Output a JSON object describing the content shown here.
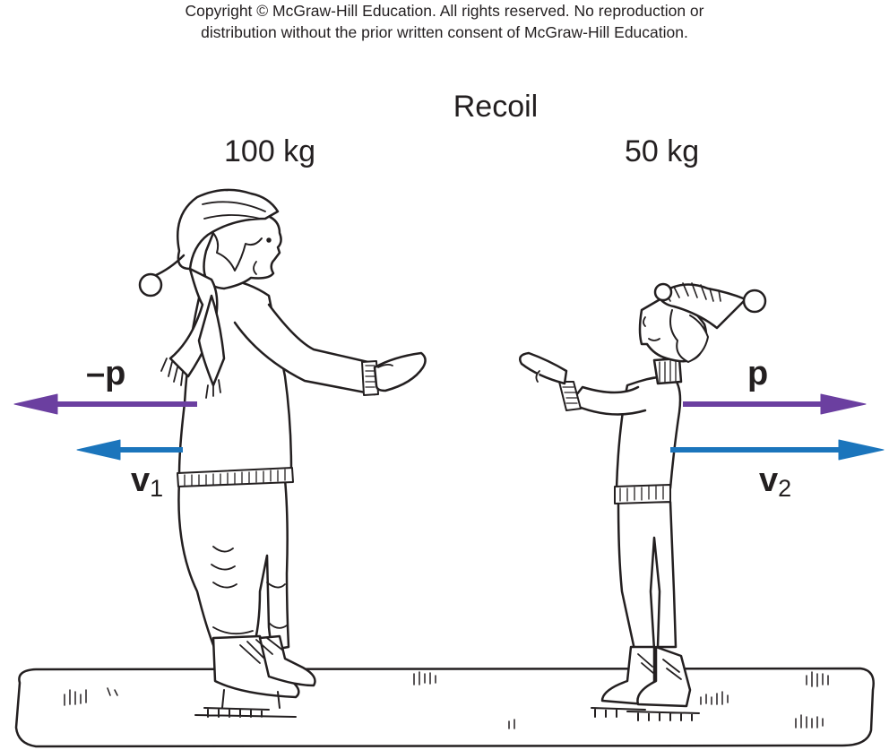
{
  "copyright": {
    "line1": "Copyright © McGraw-Hill Education.  All rights reserved. No reproduction or",
    "line2": "distribution without the prior written consent of McGraw-Hill Education."
  },
  "title": "Recoil",
  "left_skater": {
    "mass": "100 kg",
    "momentum_label": "–p",
    "velocity_label": "v",
    "velocity_subscript": "1"
  },
  "right_skater": {
    "mass": "50 kg",
    "momentum_label": "p",
    "velocity_label": "v",
    "velocity_subscript": "2"
  },
  "colors": {
    "momentum_arrow": "#6b3fa0",
    "velocity_arrow": "#1b75bc",
    "line_art": "#231f20"
  }
}
